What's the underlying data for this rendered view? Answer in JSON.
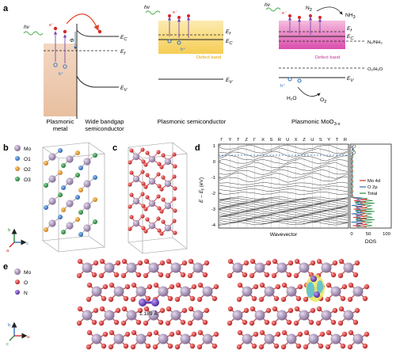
{
  "panel_labels": {
    "a": "a",
    "b": "b",
    "c": "c",
    "d": "d",
    "e": "e"
  },
  "panel_a": {
    "hv": "hν",
    "electron": "e⁻",
    "hole": "h⁺",
    "phi": "Φ",
    "ec": "E",
    "ec_sub": "C",
    "ef": "E",
    "ef_sub": "f",
    "ev": "E",
    "ev_sub": "V",
    "defect_band": "Defect band",
    "n2": "N",
    "n2_sub": "2",
    "nh3": "NH",
    "nh3_sub": "3",
    "n2nh3": "N₂/NH₃",
    "o2h2o": "O₂/H₂O",
    "h2o": "H₂O",
    "o2": "O",
    "o2_sub": "2",
    "caption_1_line1": "Plasmonic",
    "caption_1_line2": "metal",
    "caption_2_line1": "Wide bandgap",
    "caption_2_line2": "semiconductor",
    "caption_3": "Plasmonic semiconductor",
    "caption_4": "Plasmonic MoO",
    "caption_4_sub": "3-x"
  },
  "panel_b": {
    "legend": [
      {
        "label": "Mo",
        "color": "#9a84a8"
      },
      {
        "label": "O1",
        "color": "#3f7fd1"
      },
      {
        "label": "O2",
        "color": "#e49a24"
      },
      {
        "label": "O3",
        "color": "#2a8a3e"
      }
    ],
    "axes": {
      "a": "a",
      "b": "b",
      "c": "c"
    }
  },
  "panel_d": {
    "kpath": [
      "Γ",
      "Y",
      "T",
      "Z",
      "Γ",
      "X",
      "S",
      "R",
      "U",
      "X",
      "Z",
      "U",
      "S",
      "Y",
      "T",
      "R"
    ],
    "ylabel": "E – E",
    "ylabel_sub": "f",
    "ylabel_unit": " (eV)",
    "yticks": [
      "1",
      "0",
      "-1",
      "-2",
      "-3",
      "-4"
    ],
    "xlabel": "Wavevector",
    "dos_ticks": [
      "0",
      "50",
      "100"
    ],
    "dos_label": "DOS",
    "legend": [
      {
        "label": "Mo 4d",
        "color": "#d0332e"
      },
      {
        "label": "O 2p",
        "color": "#2f6fb8"
      },
      {
        "label": "Total",
        "color": "#2a8a3e"
      }
    ]
  },
  "panel_e": {
    "legend": [
      {
        "label": "Mo",
        "color": "#9a84a8"
      },
      {
        "label": "O",
        "color": "#d62828"
      },
      {
        "label": "N",
        "color": "#6a3bb8"
      }
    ],
    "bond_length": "1.189 Å",
    "axes": {
      "a": "a",
      "b": "b",
      "c": "c"
    }
  },
  "colors": {
    "mo": "#9a84a8",
    "o": "#d62828",
    "n": "#6a3bb8",
    "defect_gold": "#f2b318",
    "defect_magenta": "#d63aa4"
  }
}
